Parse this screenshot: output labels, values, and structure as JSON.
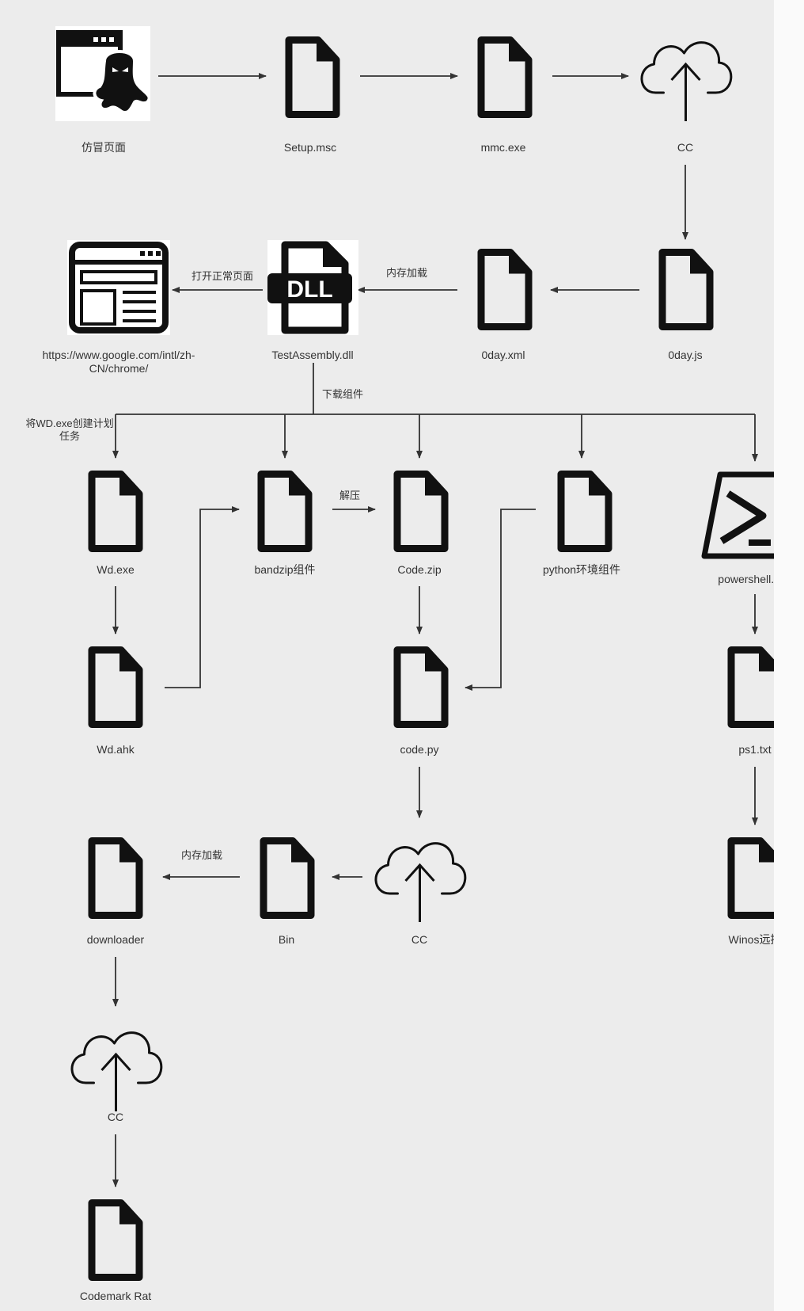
{
  "nodes": {
    "phish": {
      "label": "仿冒页面",
      "icon": "phishing-page-icon"
    },
    "setup": {
      "label": "Setup.msc",
      "icon": "file-icon"
    },
    "mmc": {
      "label": "mmc.exe",
      "icon": "file-icon"
    },
    "cc1": {
      "label": "CC",
      "icon": "cloud-upload-icon"
    },
    "oday_js": {
      "label": "0day.js",
      "icon": "file-icon"
    },
    "oday_xml": {
      "label": "0day.xml",
      "icon": "file-icon"
    },
    "dll": {
      "label": "TestAssembly.dll",
      "icon": "dll-file-icon",
      "badge": "DLL"
    },
    "browser": {
      "label": "https://www.google.com/intl/zh-CN/chrome/",
      "icon": "browser-window-icon"
    },
    "wd_exe": {
      "label": "Wd.exe",
      "icon": "file-icon"
    },
    "bandzip": {
      "label": "bandzip组件",
      "icon": "file-icon"
    },
    "code_zip": {
      "label": "Code.zip",
      "icon": "file-icon"
    },
    "python": {
      "label": "python环境组件",
      "icon": "file-icon"
    },
    "powershell": {
      "label": "powershell.exe",
      "icon": "powershell-icon"
    },
    "wd_ahk": {
      "label": "Wd.ahk",
      "icon": "file-icon"
    },
    "code_py": {
      "label": "code.py",
      "icon": "file-icon"
    },
    "ps1": {
      "label": "ps1.txt",
      "icon": "file-icon"
    },
    "cc2": {
      "label": "CC",
      "icon": "cloud-upload-icon"
    },
    "bin": {
      "label": "Bin",
      "icon": "file-icon"
    },
    "downloader": {
      "label": "downloader",
      "icon": "file-icon"
    },
    "winos": {
      "label": "Winos远控",
      "icon": "file-icon"
    },
    "cc3": {
      "label": "CC",
      "icon": "cloud-upload-icon"
    },
    "codemark": {
      "label": "Codemark Rat",
      "icon": "file-icon"
    }
  },
  "edge_labels": {
    "open_normal_page": "打开正常页面",
    "mem_load_1": "内存加载",
    "download_component": "下载组件",
    "schedule_task": "将WD.exe创建计划任务",
    "unzip": "解压",
    "mem_load_2": "内存加载"
  },
  "colors": {
    "background": "#ececec",
    "ink": "#111111",
    "line": "#333333"
  }
}
